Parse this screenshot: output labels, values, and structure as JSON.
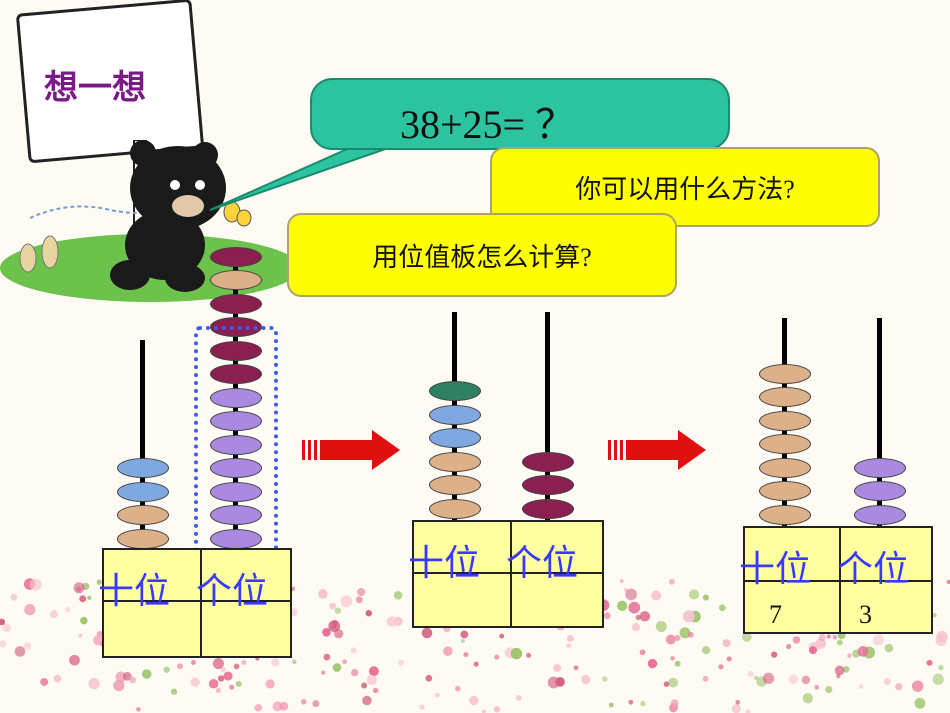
{
  "sign_text": "想一想",
  "equation": "38+25= ？",
  "bubble1": "你可以用什么方法?",
  "bubble2": "用位值板怎么计算?",
  "labels": {
    "tens": "十位",
    "ones": "个位"
  },
  "result": {
    "tens": "7",
    "ones": "3"
  },
  "colors": {
    "teal_bubble": "#2cc4a0",
    "yellow_bubble": "#ffff00",
    "board": "#ffffa0",
    "arrow": "#e01010",
    "label": "#3a3aff",
    "sign_text": "#7a1a86"
  },
  "abacus1": {
    "tens_beads": [
      "blue",
      "blue",
      "tan",
      "tan"
    ],
    "ones_beads": [
      "plum",
      "tan",
      "plum",
      "plum",
      "plum",
      "plum",
      "lavender",
      "lavender",
      "lavender",
      "lavender",
      "lavender",
      "lavender",
      "lavender"
    ]
  },
  "abacus2": {
    "tens_beads": [
      "green",
      "blue",
      "blue",
      "tan",
      "tan",
      "tan"
    ],
    "ones_beads": [
      "plum",
      "plum",
      "plum"
    ]
  },
  "abacus3": {
    "tens_beads": [
      "tan",
      "tan",
      "tan",
      "tan",
      "tan",
      "tan",
      "tan"
    ],
    "ones_beads": [
      "lavender",
      "lavender",
      "lavender"
    ]
  }
}
